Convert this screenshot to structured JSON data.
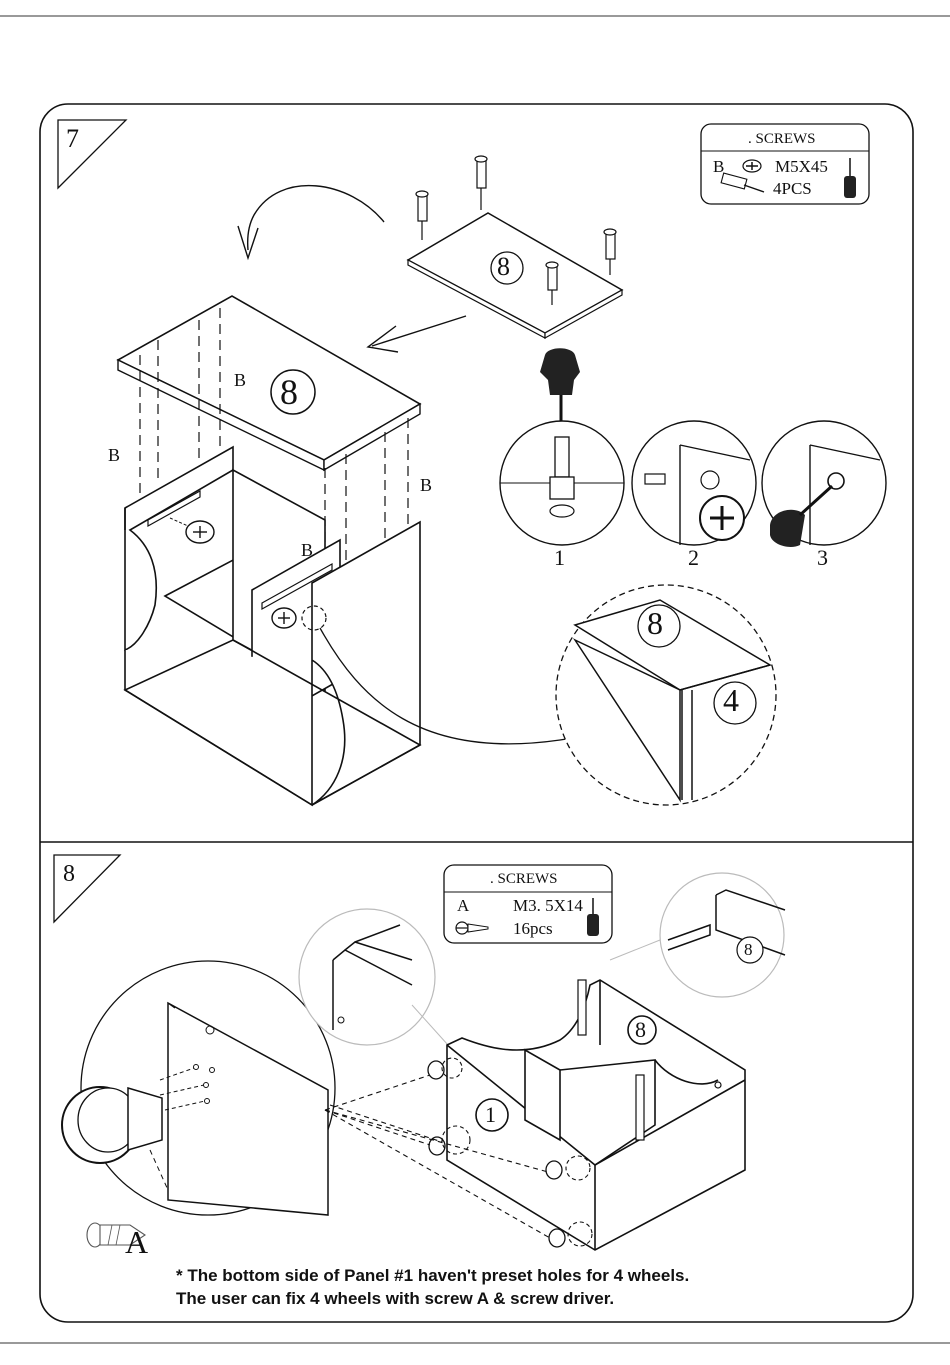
{
  "step7": {
    "number": "7",
    "screws_box": {
      "title": ". SCREWS",
      "letter": "B",
      "size": "M5X45",
      "qty": "4PCS"
    },
    "panel_top_label": "8",
    "panel_main_label": "8",
    "detail_label_top": "8",
    "detail_label_side": "4",
    "callout_letters": [
      "B",
      "B",
      "B",
      "B"
    ],
    "step_numbers": [
      "1",
      "2",
      "3"
    ]
  },
  "step8": {
    "number": "8",
    "screws_box": {
      "title": ". SCREWS",
      "letter": "A",
      "size": "M3. 5X14",
      "qty": "16pcs"
    },
    "panel_label_1": "1",
    "panel_label_8": "8",
    "detail_label_8": "8",
    "screw_letter": "A",
    "note_line1": "* The bottom side of Panel #1 haven't preset holes for 4 wheels.",
    "note_line2": "The user can fix 4 wheels with screw A & screw driver."
  },
  "icons": {
    "screwdriver": "screwdriver-icon",
    "cam_bolt": "cam-bolt-icon",
    "screw": "screw-icon",
    "wheel": "caster-wheel-icon"
  }
}
